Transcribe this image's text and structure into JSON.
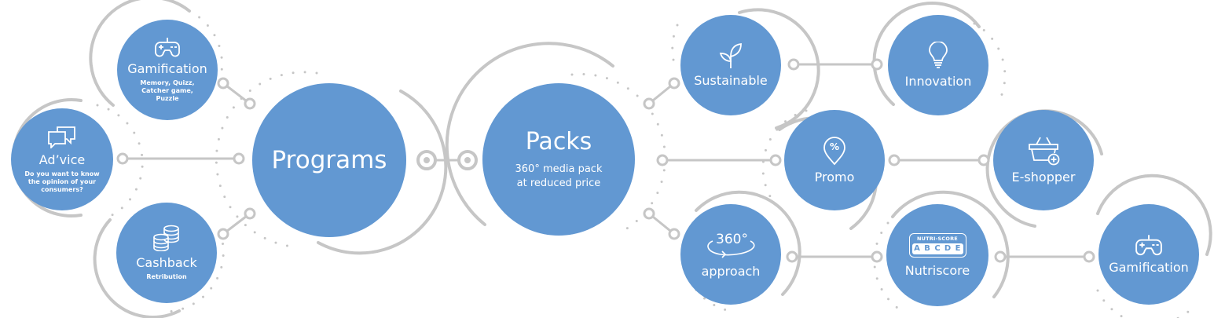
{
  "colors": {
    "node": "#6298d2",
    "line": "#c6c6c6",
    "dots": "#c6c6c6",
    "text": "#ffffff"
  },
  "programs": {
    "title": "Programs",
    "gamification": {
      "title": "Gamification",
      "subtitle": [
        "Memory, Quizz,",
        "Catcher game,",
        "Puzzle"
      ],
      "icon": "gamepad-icon"
    },
    "advice": {
      "title": "Ad’vice",
      "subtitle": [
        "Do you want to know",
        "the opinion of your",
        "consumers?"
      ],
      "icon": "speech-bubbles-icon"
    },
    "cashback": {
      "title": "Cashback",
      "subtitle": [
        "Retribution"
      ],
      "icon": "coins-icon"
    }
  },
  "packs": {
    "title": "Packs",
    "subtitle": [
      "360° media pack",
      "at reduced price"
    ],
    "sustainable": {
      "title": "Sustainable",
      "icon": "sprout-icon"
    },
    "innovation": {
      "title": "Innovation",
      "icon": "lightbulb-icon"
    },
    "promo": {
      "title": "Promo",
      "icon": "percent-tag-icon",
      "icon_text": "%"
    },
    "eshopper": {
      "title": "E-shopper",
      "icon": "basket-plus-icon"
    },
    "approach": {
      "title": "approach",
      "icon": "rotate-360-icon",
      "icon_text": "360°"
    },
    "nutriscore": {
      "title": "Nutriscore",
      "label": "NUTRI-SCORE",
      "grades": [
        "A",
        "B",
        "C",
        "D",
        "E"
      ]
    },
    "gamification2": {
      "title": "Gamification",
      "icon": "gamepad-icon"
    }
  }
}
